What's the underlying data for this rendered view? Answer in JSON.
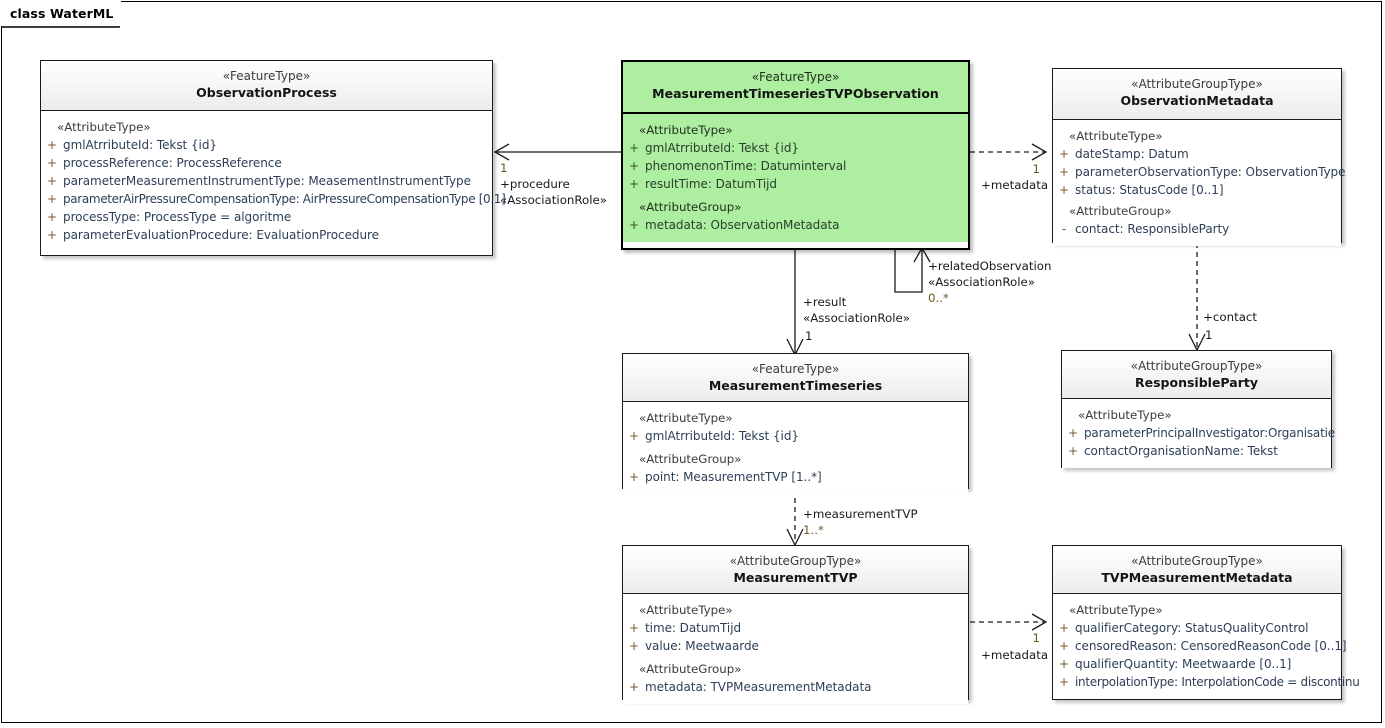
{
  "diagram": {
    "frame_label": "class WaterML",
    "kind": "uml-class-diagram"
  },
  "colors": {
    "highlight_fill": "#aeeea0",
    "box_fill": "#ffffff",
    "header_fill": "#ececec",
    "border": "#1a1a1a",
    "attribute_text": "#2e4057",
    "stereotype_text": "#3b3b3b",
    "multiplicity_text": "#6b5a23"
  },
  "classes": {
    "observation_process": {
      "stereotype": "«FeatureType»",
      "name": "ObservationProcess",
      "groups": [
        {
          "label": "«AttributeType»",
          "attributes": [
            {
              "visibility": "+",
              "text": "gmlAtrributeId: Tekst {id}"
            },
            {
              "visibility": "+",
              "text": "processReference: ProcessReference"
            },
            {
              "visibility": "+",
              "text": "parameterMeasurementInstrumentType: MeasementInstrumentType"
            },
            {
              "visibility": "+",
              "text": "parameterAirPressureCompensationType: AirPressureCompensationType [0.1]"
            },
            {
              "visibility": "+",
              "text": "processType: ProcessType = algoritme"
            },
            {
              "visibility": "+",
              "text": "parameterEvaluationProcedure: EvaluationProcedure"
            }
          ]
        }
      ]
    },
    "mtvp_observation": {
      "stereotype": "«FeatureType»",
      "name": "MeasurementTimeseriesTVPObservation",
      "groups": [
        {
          "label": "«AttributeType»",
          "attributes": [
            {
              "visibility": "+",
              "text": "gmlAtrributeId: Tekst {id}"
            },
            {
              "visibility": "+",
              "text": "phenomenonTime: Datuminterval"
            },
            {
              "visibility": "+",
              "text": "resultTime: DatumTijd"
            }
          ]
        },
        {
          "label": "«AttributeGroup»",
          "attributes": [
            {
              "visibility": "+",
              "text": "metadata: ObservationMetadata"
            }
          ]
        }
      ]
    },
    "observation_metadata": {
      "stereotype": "«AttributeGroupType»",
      "name": "ObservationMetadata",
      "groups": [
        {
          "label": "«AttributeType»",
          "attributes": [
            {
              "visibility": "+",
              "text": "dateStamp: Datum"
            },
            {
              "visibility": "+",
              "text": "parameterObservationType: ObservationType"
            },
            {
              "visibility": "+",
              "text": "status: StatusCode [0..1]"
            }
          ]
        },
        {
          "label": "«AttributeGroup»",
          "attributes": [
            {
              "visibility": "-",
              "text": "contact: ResponsibleParty"
            }
          ]
        }
      ]
    },
    "measurement_timeseries": {
      "stereotype": "«FeatureType»",
      "name": "MeasurementTimeseries",
      "groups": [
        {
          "label": "«AttributeType»",
          "attributes": [
            {
              "visibility": "+",
              "text": "gmlAtrributeId: Tekst {id}"
            }
          ]
        },
        {
          "label": "«AttributeGroup»",
          "attributes": [
            {
              "visibility": "+",
              "text": "point: MeasurementTVP [1..*]"
            }
          ]
        }
      ]
    },
    "responsible_party": {
      "stereotype": "«AttributeGroupType»",
      "name": "ResponsibleParty",
      "groups": [
        {
          "label": "«AttributeType»",
          "attributes": [
            {
              "visibility": "+",
              "text": "parameterPrincipalInvestigator:Organisatie"
            },
            {
              "visibility": "+",
              "text": "contactOrganisationName: Tekst"
            }
          ]
        }
      ]
    },
    "measurement_tvp": {
      "stereotype": "«AttributeGroupType»",
      "name": "MeasurementTVP",
      "groups": [
        {
          "label": "«AttributeType»",
          "attributes": [
            {
              "visibility": "+",
              "text": "time: DatumTijd"
            },
            {
              "visibility": "+",
              "text": "value: Meetwaarde"
            }
          ]
        },
        {
          "label": "«AttributeGroup»",
          "attributes": [
            {
              "visibility": "+",
              "text": "metadata: TVPMeasurementMetadata"
            }
          ]
        }
      ]
    },
    "tvp_measurement_metadata": {
      "stereotype": "«AttributeGroupType»",
      "name": "TVPMeasurementMetadata",
      "groups": [
        {
          "label": "«AttributeType»",
          "attributes": [
            {
              "visibility": "+",
              "text": "qualifierCategory: StatusQualityControl"
            },
            {
              "visibility": "+",
              "text": "censoredReason: CensoredReasonCode [0..1]"
            },
            {
              "visibility": "+",
              "text": "qualifierQuantity: Meetwaarde [0..1]"
            },
            {
              "visibility": "+",
              "text": "interpolationType: InterpolationCode = discontinu"
            }
          ]
        }
      ]
    }
  },
  "connectors": {
    "procedure": {
      "multiplicity": "1",
      "role": "+procedure",
      "stereotype": "«AssociationRole»"
    },
    "metadata_observation": {
      "multiplicity": "1",
      "role": "+metadata"
    },
    "related_observation": {
      "role": "+relatedObservation",
      "stereotype": "«AssociationRole»",
      "multiplicity": "0..*"
    },
    "result": {
      "role": "+result",
      "stereotype": "«AssociationRole»",
      "multiplicity": "1"
    },
    "contact": {
      "role": "+contact",
      "multiplicity": "1"
    },
    "measurement_tvp": {
      "role": "+measurementTVP",
      "multiplicity": "1..*"
    },
    "metadata_tvp": {
      "multiplicity": "1",
      "role": "+metadata"
    }
  }
}
